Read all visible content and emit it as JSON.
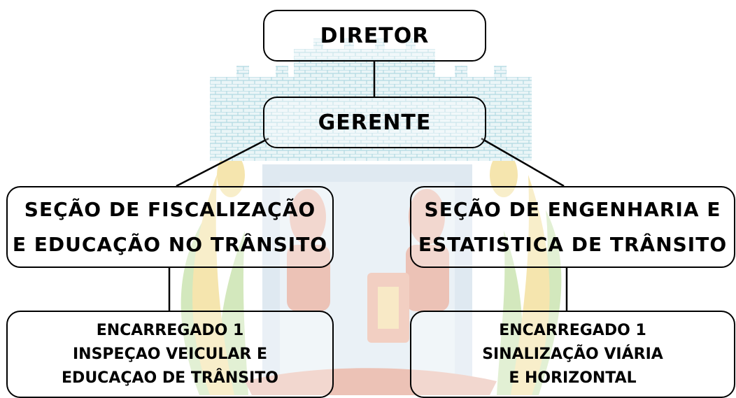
{
  "diagram": {
    "nodes": {
      "diretor": "DIRETOR",
      "gerente": "GERENTE",
      "secao_fiscalizacao": "SEÇÃO DE FISCALIZAÇÃO\nE EDUCAÇÃO NO TRÂNSITO",
      "secao_engenharia": "SEÇÃO  DE ENGENHARIA E\nESTATISTICA DE TRÂNSITO",
      "encarregado_fiscalizacao": "ENCARREGADO 1\nINSPEÇAO VEICULAR E\nEDUCAÇAO DE TRÂNSITO",
      "encarregado_engenharia": "ENCARREGADO 1\nSINALIZAÇÃO VIÁRIA\nE HORIZONTAL"
    },
    "edges": [
      [
        "diretor",
        "gerente"
      ],
      [
        "gerente",
        "secao_fiscalizacao"
      ],
      [
        "gerente",
        "secao_engenharia"
      ],
      [
        "secao_fiscalizacao",
        "encarregado_fiscalizacao"
      ],
      [
        "secao_engenharia",
        "encarregado_engenharia"
      ]
    ]
  },
  "colors": {
    "box_border": "#000000",
    "text": "#000000",
    "watermark_castle": "#9fd0dc",
    "watermark_shield": "#d8e4ee",
    "watermark_red": "#e8b4a4",
    "watermark_gold": "#f3df9a",
    "watermark_green": "#c9e3ad"
  },
  "watermark": {
    "icon": "municipal-coat-of-arms"
  }
}
